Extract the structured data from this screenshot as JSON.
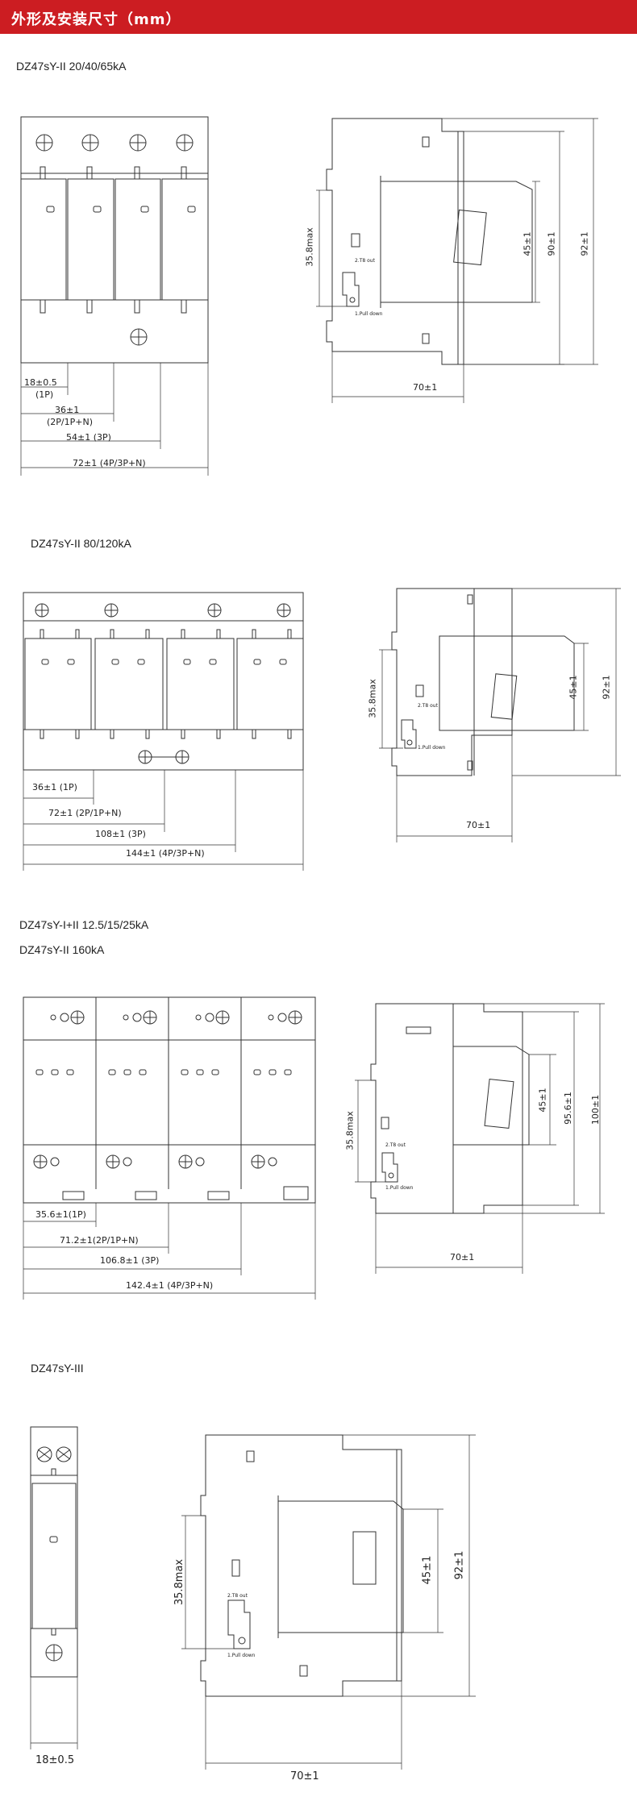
{
  "header": {
    "title": "外形及安装尺寸（mm）"
  },
  "sections": [
    {
      "model": "DZ47sY-II 20/40/65kA",
      "front_dims": [
        "18±0.5",
        "(1P)",
        "36±1",
        "(2P/1P+N)",
        "54±1 (3P)",
        "72±1 (4P/3P+N)"
      ],
      "side_dims": {
        "height_din": "35.8max",
        "h45": "45±1",
        "h90": "90±1",
        "h92": "92±1",
        "width": "70±1"
      },
      "side_labels": {
        "state_out": "2.T8 out",
        "pull": "1.Pull down"
      }
    },
    {
      "model": "DZ47sY-II 80/120kA",
      "front_dims": [
        "36±1 (1P)",
        "72±1 (2P/1P+N)",
        "108±1 (3P)",
        "144±1 (4P/3P+N)"
      ],
      "side_dims": {
        "height_din": "35.8max",
        "h45": "45±1",
        "h92": "92±1",
        "width": "70±1"
      },
      "side_labels": {
        "state_out": "2.T8 out",
        "pull": "1.Pull down"
      }
    },
    {
      "model": "DZ47sY-I+II 12.5/15/25kA",
      "model2": "DZ47sY-II 160kA",
      "front_dims": [
        "35.6±1(1P)",
        "71.2±1(2P/1P+N)",
        "106.8±1 (3P)",
        "142.4±1 (4P/3P+N)"
      ],
      "side_dims": {
        "height_din": "35.8max",
        "h45": "45±1",
        "h95": "95.6±1",
        "h100": "100±1",
        "width": "70±1"
      },
      "side_labels": {
        "state_out": "2.T8 out",
        "pull": "1.Pull down"
      }
    },
    {
      "model": "DZ47sY-III",
      "front_dims": [
        "18±0.5"
      ],
      "side_dims": {
        "height_din": "35.8max",
        "h45": "45±1",
        "h92": "92±1",
        "width": "70±1"
      },
      "side_labels": {
        "state_out": "2.T8 out",
        "pull": "1.Pull down"
      }
    }
  ]
}
